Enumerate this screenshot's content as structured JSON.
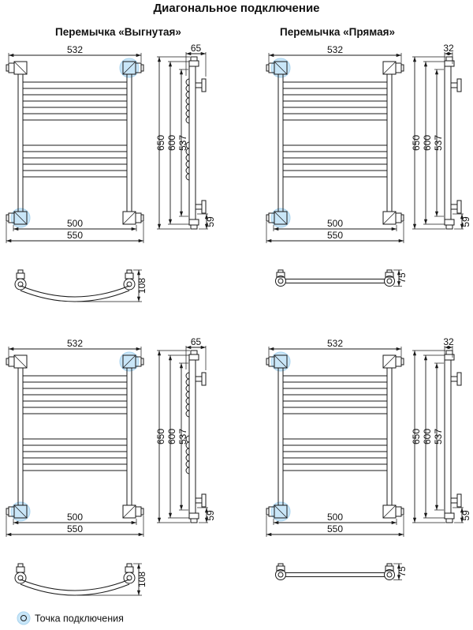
{
  "title": "Диагональное подключение",
  "legend_label": "Точка подключения",
  "colors": {
    "line": "#1a1a1a",
    "highlight": "#c9e6f8"
  },
  "columns": [
    {
      "header": "Перемычка «Выгнутая»",
      "jumper_type": "curved",
      "dims": {
        "top_width": "532",
        "inner_width": "500",
        "outer_width": "550",
        "side_depth": "65",
        "height_overall": "650",
        "height_mid": "600",
        "height_inner": "537",
        "bottom_offset": "59",
        "jumper_depth": "108"
      }
    },
    {
      "header": "Перемычка «Прямая»",
      "jumper_type": "straight",
      "dims": {
        "top_width": "532",
        "inner_width": "500",
        "outer_width": "550",
        "side_depth": "32",
        "height_overall": "650",
        "height_mid": "600",
        "height_inner": "537",
        "bottom_offset": "59",
        "jumper_depth": "75"
      }
    }
  ]
}
